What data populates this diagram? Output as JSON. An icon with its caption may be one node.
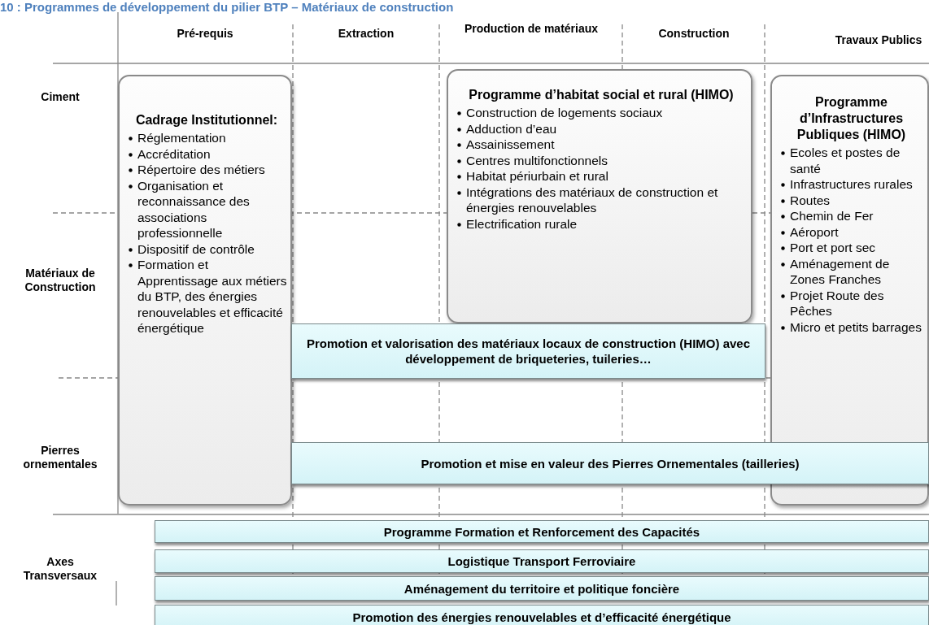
{
  "diagram": {
    "title": "10 : Programmes de développement du pilier BTP – Matériaux de construction",
    "nodes": [
      {
        "text": [
          "**Cadrage Institutionnel**:",
          "Réglementation",
          "Accréditation",
          "Répertoire des métiers",
          "Organisation et reconnaissance des associations professionnelle",
          "Dispositif de contrôle",
          "Formation et Apprentissage aux métiers du BTP, des énergies renouvelables et efficacité énergétique"
        ]
      },
      {
        "text": [
          "Programme d’habitat social et rural (HIMO)",
          "Construction de logements sociaux",
          "Adduction d’eau",
          "Assainissement",
          "Centres multifonctionnels",
          "Habitat périurbain et rural",
          "Intégrations des matériaux de construction et énergies renouvelables",
          "Electrification rurale"
        ]
      },
      {
        "text": [
          "Programme d’Infrastructures Publiques (HIMO)",
          "Ecoles et postes de santé",
          "Infrastructures rurales",
          "Routes",
          "Chemin de Fer",
          "Aéroport",
          "Port et port sec",
          "Aménagement de Zones Franches",
          "Projet Route des Pêches",
          "Micro et petits barrages"
        ]
      },
      {
        "text": [
          "Promotion et valorisation des matériaux locaux de construction (HIMO) avec développement de briqueteries, tuileries…"
        ]
      },
      {
        "text": [
          "Promotion et mise en valeur des Pierres Ornementales (tailleries)"
        ]
      },
      {
        "text": [
          "Programme Formation et Renforcement des Capacités"
        ]
      },
      {
        "text": [
          "Logistique Transport Ferroviaire"
        ]
      },
      {
        "text": [
          "Aménagement du territoire et politique foncière"
        ]
      },
      {
        "text": [
          "Promotion des énergies renouvelables et d’efficacité énergétique"
        ]
      }
    ],
    "labels": [
      "Pré-requis",
      "Extraction",
      "Production de matériaux",
      "Construction",
      "Travaux Publics",
      "Ciment",
      "Matériaux de Construction",
      "Pierres ornementales",
      "Axes Transversaux"
    ]
  }
}
